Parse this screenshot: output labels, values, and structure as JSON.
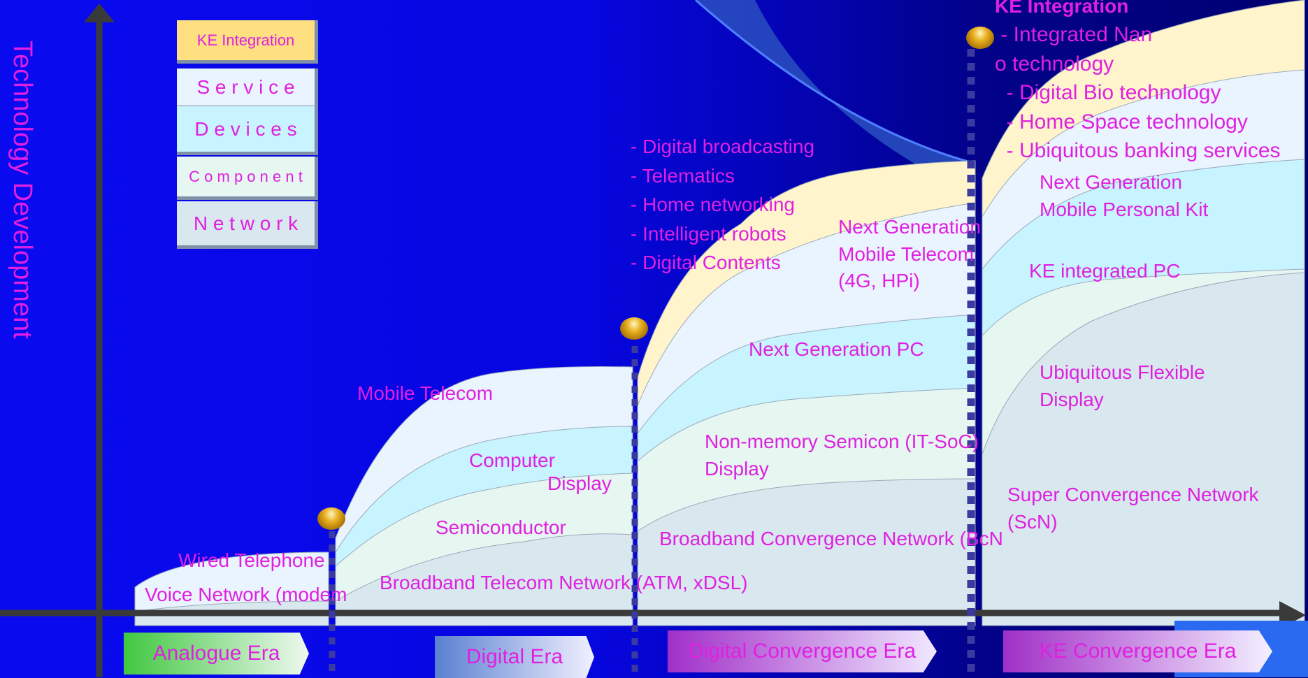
{
  "axis_title": "Technology\nDevelopment",
  "legend": [
    {
      "label": "KE  Integration",
      "color": "#ffe080"
    },
    {
      "label": "S e r v i c e",
      "color": "#eaf4ff"
    },
    {
      "label": "D e v i c e s",
      "color": "#c8f4ff"
    },
    {
      "label": "C o m p o n e n t",
      "color": "#e6f6f0"
    },
    {
      "label": "N e t w o r k",
      "color": "#d8e8ee"
    }
  ],
  "eras": [
    {
      "label": "Analogue Era"
    },
    {
      "label": "Digital Era"
    },
    {
      "label": "Digital Convergence Era"
    },
    {
      "label": "KE Convergence Era"
    }
  ],
  "labels": {
    "wired_telephone": "Wired Telephone",
    "voice_network": "Voice Network (modem",
    "mobile_telecom": "Mobile Telecom",
    "computer": "Computer",
    "display_digital": "Display",
    "semiconductor": "Semiconductor",
    "broadband_telecom": "Broadband Telecom Network (ATM, xDSL)",
    "convergence_services": "- Digital broadcasting\n- Telematics\n- Home networking\n- Intelligent robots\n- Digital Contents",
    "next_gen_mobile_telecom": "Next Generation\nMobile Telecom\n(4G, HPi)",
    "next_gen_pc": "Next Generation PC",
    "non_memory_semicon": "Non-memory Semicon (IT-SoC)\nDisplay",
    "bcn": "Broadband Convergence Network (BcN",
    "ke_integration_title": "KE Integration",
    "ke_integration_items": " - Integrated Nan\no technology\n  - Digital Bio technology\n  - Home Space technology\n  - Ubiquitous banking services",
    "next_gen_mobile_kit": "Next Generation\nMobile Personal Kit",
    "ke_integrated_pc": "KE integrated PC",
    "ubiquitous_display": "Ubiquitous Flexible\nDisplay",
    "scn": "Super Convergence Network\n(ScN)"
  }
}
